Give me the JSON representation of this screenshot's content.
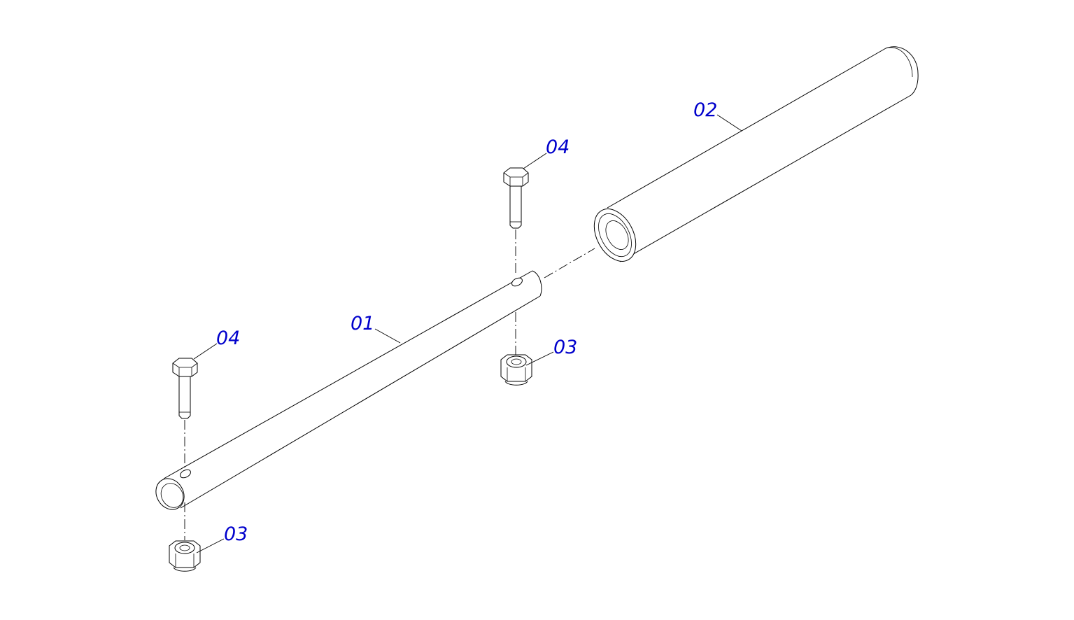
{
  "label_color": "#0000cc",
  "callouts": [
    {
      "id": "c-02",
      "text": "02"
    },
    {
      "id": "c-04-top",
      "text": "04"
    },
    {
      "id": "c-01",
      "text": "01"
    },
    {
      "id": "c-04-left",
      "text": "04"
    },
    {
      "id": "c-03-mid",
      "text": "03"
    },
    {
      "id": "c-03-bottom",
      "text": "03"
    }
  ]
}
